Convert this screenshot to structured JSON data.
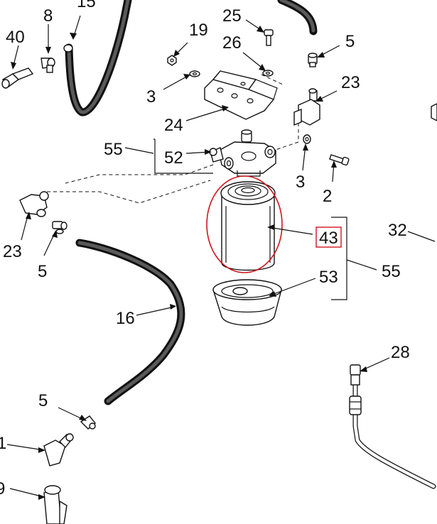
{
  "labels": {
    "l15": "15",
    "l8": "8",
    "l40": "40",
    "l25": "25",
    "l19": "19",
    "l26": "26",
    "l5_top": "5",
    "l23_top": "23",
    "l3_left": "3",
    "l24": "24",
    "l55_left": "55",
    "l52": "52",
    "l3_right": "3",
    "l2": "2",
    "l23_left": "23",
    "l5_left": "5",
    "l43": "43",
    "l32": "32",
    "l55_right": "55",
    "l53": "53",
    "l16": "16",
    "l28": "28",
    "l5_bottom": "5",
    "l1_partial": "1",
    "l9_partial": "9"
  },
  "highlight": {
    "circle_color": "#d0161e",
    "box_color": "#d0161e"
  }
}
